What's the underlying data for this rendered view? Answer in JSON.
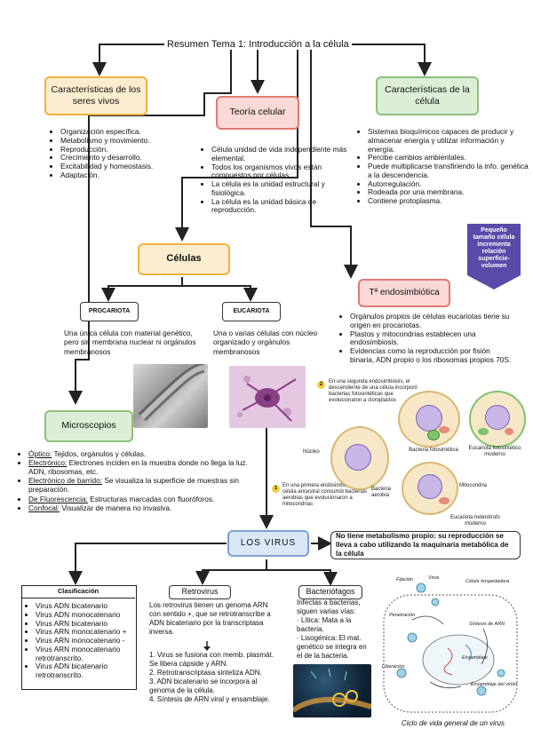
{
  "title": "Resumen Tema 1: Introducción a la célula",
  "seres_vivos": {
    "heading": "Características de los seres vivos",
    "items": [
      "Organización específica.",
      "Metabolismo y movimiento.",
      "Reproducción.",
      "Crecimiento y desarrollo.",
      "Excitabilidad y homeostasis.",
      "Adaptación."
    ]
  },
  "teoria": {
    "heading": "Teoría celular",
    "items": [
      "Célula unidad de vida independiente más elemental.",
      "Todos los organismos vivos están compuestos por células.",
      "La célula es la unidad estructural y fisiológica.",
      "La célula es la unidad básica de reproducción."
    ]
  },
  "celula": {
    "heading": "Características de la célula",
    "items": [
      "Sistemas bioquímicos capaces de producir y almacenar energía y utilizar información y energía.",
      "Percibe cambios ambientales.",
      "Puede multiplicarse transfiriendo la info. genética a la descendencia.",
      "Autorregulación.",
      "Rodeada por una membrana.",
      "Contiene protoplasma."
    ],
    "note": "Pequeño tamaño célula incrementa relación superficie-volumen"
  },
  "celulas": {
    "heading": "Células",
    "procariota": {
      "label": "PROCARIOTA",
      "desc": "Una única célula con material genético, pero sin membrana nuclear ni orgánulos membranosos"
    },
    "eucariota": {
      "label": "EUCARIOTA",
      "desc": "Una o varias células con núcleo organizado y orgánulos membranosos"
    }
  },
  "endosimbiotica": {
    "heading": "Tª endosimbiótica",
    "items": [
      "Orgánulos propios de células eucariotas tiene su origen en procariotas.",
      "Plastos y mitocondrias establecen una endosimbiosis.",
      "Evidencias como la reproducción por fisión binaria, ADN propio o los ribosomas propios 70S."
    ],
    "fig": {
      "step2": "En una segunda endosimbiosis, el descendiente de una célula incorporó bacterias fotosintéticas que evolucionaron a cloroplastos",
      "step1": "En una primera endosimbiosis, una célula ancestral consumió bacterias aerobias que evolucionaron a mitocondrias",
      "nucleo": "Núcleo",
      "bacteria_aerobia": "Bacteria aerobia",
      "bacteria_foto": "Bacteria fotosintética",
      "mitocondria": "Mitocondria",
      "euc_foto": "Eucariota fotosintético moderno",
      "euc_hetero": "Eucariota heterótrofo moderno",
      "n1": "1",
      "n2": "2"
    }
  },
  "microscopios": {
    "heading": "Microscopios",
    "items": [
      {
        "term": "Óptico:",
        "desc": " Tejidos, orgánulos y células."
      },
      {
        "term": "Electrónico:",
        "desc": " Electrones inciden en la muestra donde no llega la luz. ADN, ribosomas, etc."
      },
      {
        "term": "Electrónico de barrido:",
        "desc": " Se visualiza la superficie de muestras sin preparación."
      },
      {
        "term": "De Fluorescencia:",
        "desc": " Estructuras marcadas con fluoróforos."
      },
      {
        "term": "Confocal:",
        "desc": " Visualizar de manera no invasiva."
      }
    ]
  },
  "virus": {
    "heading": "LOS VIRUS",
    "note": "No tiene metabolismo propio: su reproducción se lleva a cabo utilizando la maquinaria metabólica de la célula",
    "clasificacion": {
      "heading": "Clasificación",
      "items": [
        "Virus ADN bicatenario",
        "Virus ADN monocatenario",
        "Virus ARN bicatenario",
        "Virus ARN monocatenario +",
        "Virus ARN monocatenario -",
        "Virus ARN monocatenario retrotranscrito.",
        "Virus ADN bicatenario retrotranscrito."
      ]
    },
    "retrovirus": {
      "heading": "Retrovirus",
      "intro": "Los retrovirus tienen un genoma ARN con sentido +, que se retrotranscribe a ADN bicatenario por la transcriptasa inversa.",
      "steps": [
        "1. Virus se fusiona con memb. plasmát. Se libera cápside y ARN.",
        "2. Retrotranscriptasa sintetiza ADN.",
        "3. ADN bicatenario se incorpora al genoma de la célula.",
        "4. Síntesis de ARN viral y ensamblaje."
      ]
    },
    "bacteriofagos": {
      "heading": "Bacteriófagos",
      "text": "Infectas a bacterias, siguen varias vías:",
      "litica": "· Lítica: Mata a la bacteria.",
      "lisogenica": "· Lisogénica: El mat. genético se integra en el de la bacteria."
    },
    "ciclo_caption": "Ciclo de vida general de un virus",
    "ciclo_labels": [
      "Fijación",
      "Virus",
      "Célula hospedadora",
      "Penetración",
      "Liberación",
      "Síntesis de ARN",
      "Ensamblaje",
      "Ensamblaje del virión"
    ]
  },
  "colors": {
    "orange": "#f2b23a",
    "red": "#e07a70",
    "green": "#8ec07b",
    "blue": "#7da1cf",
    "purple": "#5b4aa8"
  }
}
